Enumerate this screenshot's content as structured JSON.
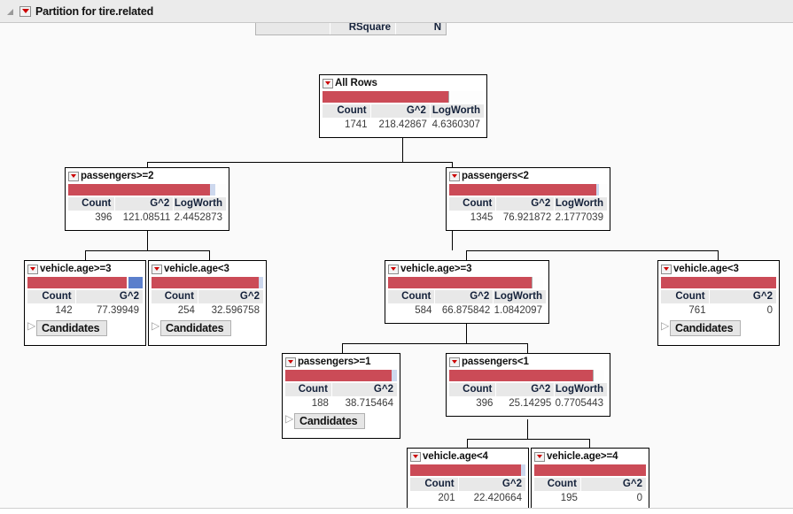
{
  "window": {
    "title": "Partition for tire.related",
    "disclosure_icon": "triangle-outline-icon",
    "menu_icon": "red-triangle-menu-icon"
  },
  "summary_table": {
    "headers": [
      "",
      "RSquare",
      "N"
    ],
    "note": "clipped-above-viewport"
  },
  "labels": {
    "count": "Count",
    "g2": "G^2",
    "logworth": "LogWorth",
    "candidates": "Candidates"
  },
  "colors": {
    "bar_red": "#cb4b57",
    "bar_blue": "#5b7fcc",
    "bar_pale_blue": "#cdd8ee",
    "menu_triangle": "#cc0000",
    "header_cell": "#e8e8e8",
    "canvas": "#fafafa",
    "titlebar": "#ebebeb"
  },
  "tree": {
    "type": "decision-tree",
    "response": "tire.related",
    "nodes": [
      {
        "id": "root",
        "label": "All Rows",
        "count": 1741,
        "g2": "218.42867",
        "logworth": "4.6360307",
        "has_logworth": true,
        "has_candidates": false,
        "bar": [
          {
            "color": "red",
            "pct": 78
          },
          {
            "color": "div",
            "pct": 1
          },
          {
            "color": "white",
            "pct": 21
          }
        ]
      },
      {
        "id": "p_ge2",
        "label": "passengers>=2",
        "count": 396,
        "g2": "121.08511",
        "logworth": "2.4452873",
        "has_logworth": true,
        "has_candidates": false,
        "bar": [
          {
            "color": "red",
            "pct": 90
          },
          {
            "color": "pale",
            "pct": 3
          },
          {
            "color": "white",
            "pct": 7
          }
        ]
      },
      {
        "id": "p_lt2",
        "label": "passengers<2",
        "count": 1345,
        "g2": "76.921872",
        "logworth": "2.1777039",
        "has_logworth": true,
        "has_candidates": false,
        "bar": [
          {
            "color": "red",
            "pct": 93
          },
          {
            "color": "pale",
            "pct": 2
          },
          {
            "color": "white",
            "pct": 5
          }
        ]
      },
      {
        "id": "va_ge3_a",
        "label": "vehicle.age>=3",
        "count": 142,
        "g2": "77.39949",
        "logworth": "",
        "has_logworth": false,
        "has_candidates": true,
        "bar": [
          {
            "color": "red",
            "pct": 86
          },
          {
            "color": "white",
            "pct": 2
          },
          {
            "color": "blue",
            "pct": 12
          }
        ]
      },
      {
        "id": "va_lt3_a",
        "label": "vehicle.age<3",
        "count": 254,
        "g2": "32.596758",
        "logworth": "",
        "has_logworth": false,
        "has_candidates": true,
        "bar": [
          {
            "color": "red",
            "pct": 96
          },
          {
            "color": "pale",
            "pct": 4
          }
        ]
      },
      {
        "id": "va_ge3_b",
        "label": "vehicle.age>=3",
        "count": 584,
        "g2": "66.875842",
        "logworth": "1.0842097",
        "has_logworth": true,
        "has_candidates": false,
        "bar": [
          {
            "color": "red",
            "pct": 91
          },
          {
            "color": "div",
            "pct": 2
          },
          {
            "color": "white",
            "pct": 7
          }
        ]
      },
      {
        "id": "va_lt3_b",
        "label": "vehicle.age<3",
        "count": 761,
        "g2": "0",
        "logworth": "",
        "has_logworth": false,
        "has_candidates": true,
        "bar": [
          {
            "color": "red",
            "pct": 100
          }
        ]
      },
      {
        "id": "p_ge1",
        "label": "passengers>=1",
        "count": 188,
        "g2": "38.715464",
        "logworth": "",
        "has_logworth": false,
        "has_candidates": true,
        "bar": [
          {
            "color": "red",
            "pct": 95
          },
          {
            "color": "pale",
            "pct": 5
          }
        ]
      },
      {
        "id": "p_lt1",
        "label": "passengers<1",
        "count": 396,
        "g2": "25.14295",
        "logworth": "0.7705443",
        "has_logworth": true,
        "has_candidates": false,
        "bar": [
          {
            "color": "red",
            "pct": 91
          },
          {
            "color": "div",
            "pct": 2
          },
          {
            "color": "white",
            "pct": 7
          }
        ]
      },
      {
        "id": "va_lt4",
        "label": "vehicle.age<4",
        "count": 201,
        "g2": "22.420664",
        "logworth": "",
        "has_logworth": false,
        "has_candidates": true,
        "bar": [
          {
            "color": "red",
            "pct": 96
          },
          {
            "color": "pale",
            "pct": 4
          }
        ]
      },
      {
        "id": "va_ge4",
        "label": "vehicle.age>=4",
        "count": 195,
        "g2": "0",
        "logworth": "",
        "has_logworth": false,
        "has_candidates": true,
        "bar": [
          {
            "color": "red",
            "pct": 100
          }
        ]
      }
    ]
  }
}
